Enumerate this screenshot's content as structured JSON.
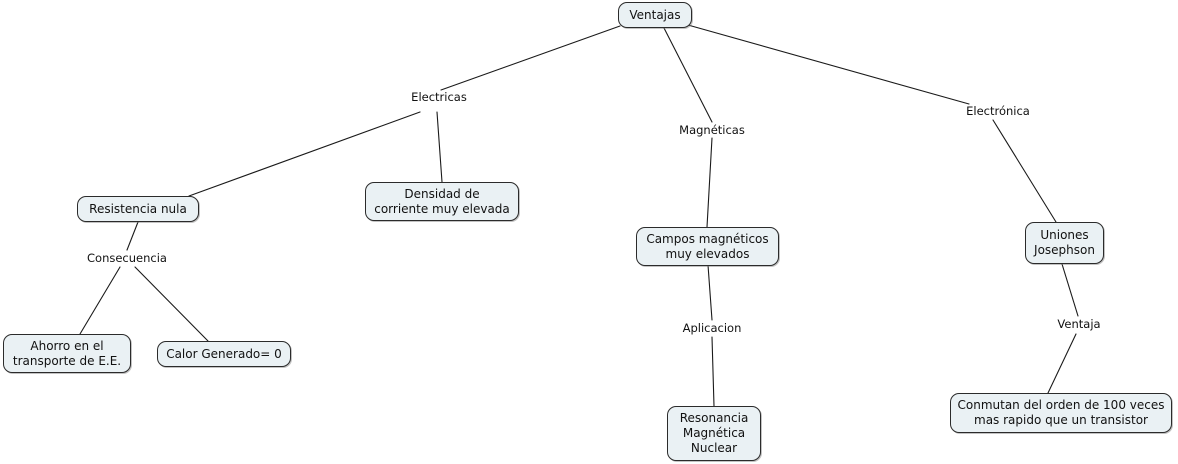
{
  "diagram": {
    "title": "Ventajas",
    "type": "concept-map",
    "colors": {
      "node_fill": "#eaf1f4",
      "node_border": "#2b2b2b",
      "edge": "#1a1a1a",
      "text": "#111111",
      "background": "#ffffff"
    },
    "nodes": [
      {
        "id": "ventajas",
        "text": "Ventajas"
      },
      {
        "id": "resistencia",
        "text": "Resistencia nula"
      },
      {
        "id": "densidad",
        "text": "Densidad de\ncorriente muy elevada"
      },
      {
        "id": "ahorro",
        "text": "Ahorro en el\ntransporte de E.E."
      },
      {
        "id": "calor",
        "text": "Calor Generado= 0"
      },
      {
        "id": "campos",
        "text": "Campos magnéticos\nmuy elevados"
      },
      {
        "id": "resonancia",
        "text": "Resonancia\nMagnética\nNuclear"
      },
      {
        "id": "uniones",
        "text": "Uniones\nJosephson"
      },
      {
        "id": "conmutan",
        "text": "Conmutan del orden de 100 veces\nmas rapido que un transistor"
      }
    ],
    "link_labels": [
      {
        "id": "electricas",
        "text": "Electricas"
      },
      {
        "id": "magneticas",
        "text": "Magnéticas"
      },
      {
        "id": "electronica",
        "text": "Electrónica"
      },
      {
        "id": "consecuencia",
        "text": "Consecuencia"
      },
      {
        "id": "aplicacion",
        "text": "Aplicacion"
      },
      {
        "id": "ventaja",
        "text": "Ventaja"
      }
    ]
  }
}
